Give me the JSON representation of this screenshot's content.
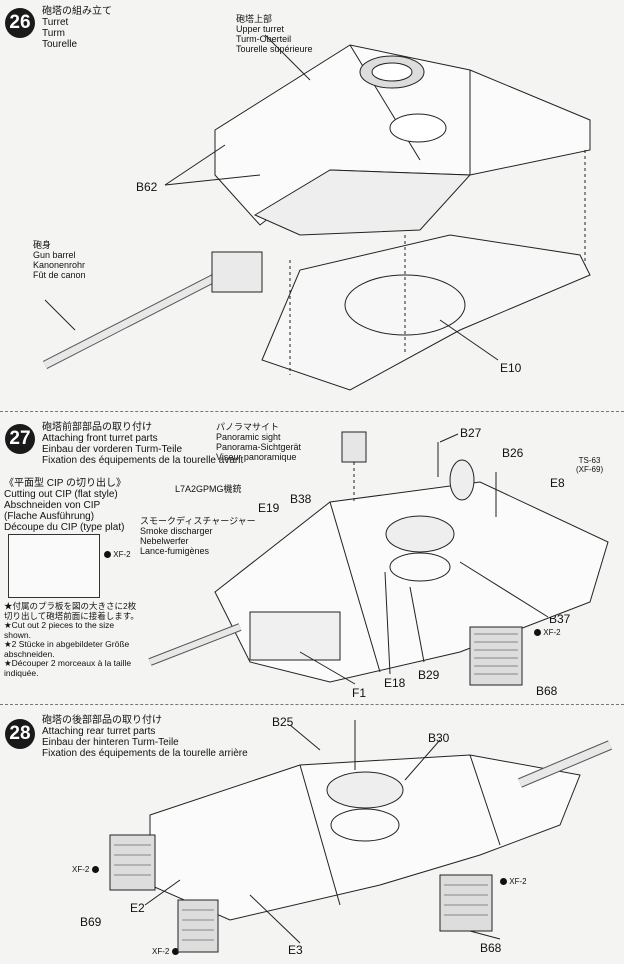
{
  "steps": [
    {
      "number": "26",
      "title_jp": "砲塔の組み立て",
      "title_en": "Turret",
      "title_de": "Turm",
      "title_fr": "Tourelle",
      "callouts": {
        "upper_turret": [
          "砲塔上部",
          "Upper turret",
          "Turm-Oberteil",
          "Tourelle supérieure"
        ],
        "gun_barrel": [
          "砲身",
          "Gun barrel",
          "Kanonenrohr",
          "Fût de canon"
        ]
      },
      "parts": [
        "B62",
        "E10"
      ]
    },
    {
      "number": "27",
      "title_jp": "砲塔前部部品の取り付け",
      "title_en": "Attaching front turret parts",
      "title_de": "Einbau der vorderen Turm-Teile",
      "title_fr": "Fixation des équipements de la tourelle avant",
      "cip": [
        "《平面型 CIP の切り出し》",
        "Cutting out CIP (flat style)",
        "Abschneiden von CIP",
        "(Flache Ausführung)",
        "Découpe du CIP (type plat)"
      ],
      "cip_paint": "XF-2",
      "notes": [
        "★付属のプラ板を図の大きさに2枚",
        "切り出して砲塔前面に接着します。",
        "★Cut out 2 pieces to the size",
        "shown.",
        "★2 Stücke in abgebildeter Größe",
        "abschneiden.",
        "★Découper 2 morceaux à la taille",
        "indiquée."
      ],
      "callouts": {
        "panoramic_sight": [
          "パノラマサイト",
          "Panoramic sight",
          "Panorama-Sichtgerät",
          "Viseur panoramique"
        ],
        "machine_gun": "L7A2GPMG機銃",
        "smoke_discharger": [
          "スモークディスチャージャー",
          "Smoke discharger",
          "Nebelwerfer",
          "Lance-fumigènes"
        ]
      },
      "paint_ts": [
        "TS-63",
        "(XF-69)"
      ],
      "parts": [
        "B27",
        "B26",
        "E8",
        "B38",
        "E19",
        "B37",
        "B29",
        "E18",
        "F1",
        "B68"
      ],
      "paint_b68": "XF-2"
    },
    {
      "number": "28",
      "title_jp": "砲塔の後部部品の取り付け",
      "title_en": "Attaching rear turret parts",
      "title_de": "Einbau der hinteren Turm-Teile",
      "title_fr": "Fixation des équipements de la tourelle arrière",
      "parts": [
        "B25",
        "B30",
        "E2",
        "B69",
        "E3",
        "B68"
      ],
      "paints": [
        "XF-2",
        "XF-2",
        "XF-2"
      ]
    }
  ]
}
